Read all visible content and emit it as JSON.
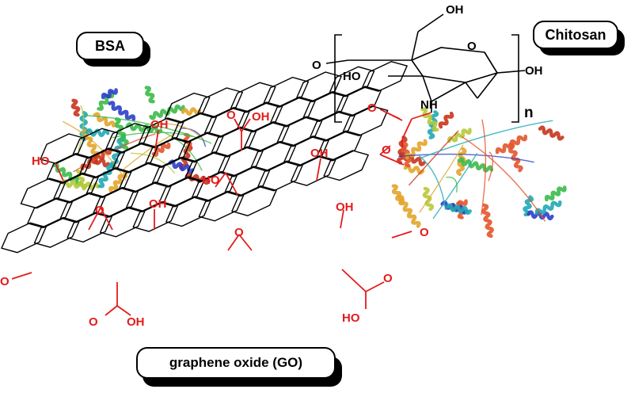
{
  "labels": {
    "bsa": "BSA",
    "chitosan": "Chitosan",
    "go": "graphene oxide (GO)"
  },
  "chitosan_unit": {
    "oh_top": "OH",
    "ho_left": "HO",
    "oh_right": "OH",
    "ring_o": "O",
    "bridge_o": "O",
    "nh": "NH",
    "repeat": "n"
  },
  "go_groups": {
    "oh": "OH",
    "ho": "HO",
    "o": "O",
    "cooh_oh": "OH",
    "cooh_o": "O",
    "cooh_ho": "HO"
  },
  "colors": {
    "bond": "#000000",
    "functional_group": "#e31b1b",
    "protein_palette": [
      "#2b3fc9",
      "#1fa8b5",
      "#3cba4a",
      "#b7c93a",
      "#e2a52b",
      "#e2552b",
      "#c8341d"
    ]
  }
}
